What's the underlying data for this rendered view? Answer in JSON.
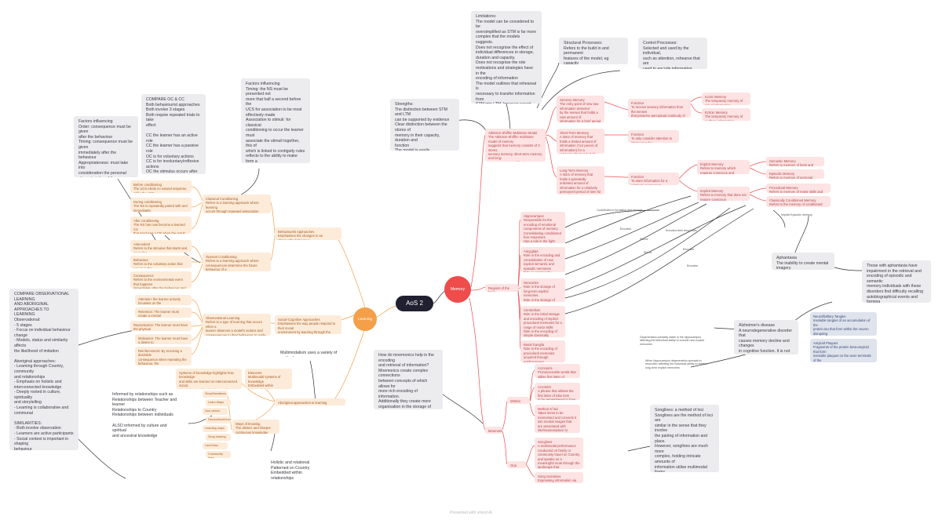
{
  "center": {
    "label": "AoS 2"
  },
  "memory": {
    "label": "Memory"
  },
  "learning": {
    "label": "Learning"
  },
  "watermark": "Presented with xmind AI",
  "grey_notes": {
    "limitations": "Limitations:\nThe model can be considered to be\noversimplified as STM is far more\ncomplex that the models suggests.\nDoes not recognise the effect of\nindividual differences in storage,\nduration and capacity.\nDoes not recognise the role\nmotivations and strategies have in the\nencoding of information\nThe model outlines that rehearsal is\nnecessary to transfer information from\nSTM into LTM, however recent research\nsuggests that information can go\nstraight into LTM",
    "structural": "Structural Processes:\nRefers to the build in and permanent\nfeatures of the model, eg capacity\nstorage",
    "control": "Control Processes:\nSelected and used by the individual,\nsuch as attention, rehearse that are\nused to encode information between\nthe stores of memory",
    "strengths": "Strengths:\nThe distinction between STM and LTM\ncan be supported by evidence\nClear distinction between the stores of\nmemory in their capacity, duration and\nfunction\nThe model is easily understandable\n(shows a good knowledge of control\nprocesses",
    "compare": "COMPARE OC & CC\nBoth behaviourist approaches\nBoth involve 3 stages\nBoth require repeated trials to take\neffect\n\nCC the learner has an active role\nCC the learner has a passive role\nOC is for voluntary actions\nCC is for involuntary/reflexive actions\nOC the stimulus occurs after the\nresponse\nCC the stimulus is presented before\nthe response",
    "factors_cc": "Factors influencing\nTiming: the NS must be presented not\nmore that half a second before the\nUCS for association to be most\neffectively made\nAssociation to stimuli: for classical\nconditioning to occur the learner must\nassociate the stimuli together, this of\nwhich is linked to contiguity rules\nreflects to the ability to make form a\nconnection between two closely\noccurring stimuli\nnature of the response: the response\nmust be involuntary/reflexive",
    "factors_oc": "Factors influencing\nOrder: consequence must be given\nafter the behaviour\nTiming: consequence must be given\nimmediately after the behaviour\nAppropriateness: must take into\nconsideration the personal\ncharacteristics of the participant, if\nthey would register the consequence\nas reinforcement or punishment",
    "compare_obs": "COMPARE OBSERVATIONAL LEARNING\nAND ABORIGINAL APPROACHES TO\nLEARNING\nObservational:\n- 5 stages\n- Focus on individual behaviour change\n- Models, status and similarity affects\nthe likelihood of imitation\n\nAboriginal approaches:\n- Learning through Country, community\nand relationships\n- Emphasis on holistic and\ninterconnected knowledge\n- Deeply rooted in culture, spirituality\nand storytelling\n- Learning is collaborative and\ncommunal\n\nSIMILARITIES:\n- Both involve observation\n- Learners are active participants\n- Social context is important in shaping\nbehaviour\n- Require cognitive processes",
    "informed": "Informed by relationships such as\nRelationships between Teacher and\nlearner\nRelationships to Country\nRelationships between individuals\n\nALSO informed by culture and spiritual\nand ancestral knowledge",
    "holistic": "Holistic and relational\nPatterned on Country\nEmbedded within relationships",
    "multimodal": "Multimodalism uses a variety of methods",
    "mnemonics_note": "How do mnemonics help in the encoding\nand retrieval of information?\nMnemonics create complex connections\nbetween concepts of which allows for\nmore rich encoding of information.\nAdditionally they create more\norganisation in the storage of\ninformation in LTM by creating retrieval\ncues that prompt recall",
    "aphantasia": "Aphantasia\nThe inability to create mental imagery",
    "aph_note": "Those with aphantasia have\nimpairment in the retrieval and\nencoding of episodic and semantic\nmemory individuals with these\ndisorders find difficulty recalling\nautobiographical events and forming\npossibly imagined futures.",
    "alzheimers": "Alzheimer's disease\nA neurodegenerative disorder that\ncauses memory decline and changes\nin cognitive function. It is not age\nrelated but does occur with age.",
    "songlines": "Songlines: a method of loci\nSonglines are the method of loci are\nsimilar in the sense that they involve\nthe pairing of information and place.\nHowever, songlines are much more\ncomplex, holding intricate amounts of\ninformation utilise multimodal forms\nand are expressed via narratives,\ndance and performances. The method\nof loci could be considered a more\nsimplified version of Songlines."
  },
  "memory_nodes": {
    "msm": "Atkinson-Shiffrin Multistore Model\nThe Atkinson-Shiffrin multistore model of memory\nsuggests that memory consists of 3 stores,\nsensory memory, short-term memory and long-\nterm memory that differ in capacity, duration and\nfunction.",
    "sensory": "Sensory Memory\nThe entry point of new raw information detected\nby the senses that holds a vast amount of\ninformation for a brief period of time (sum\nseconds)",
    "stm": "Short-Term Memory\nA store of memory that holds a limited amount of\ninformation (7±2 pieces of information) for a\nrelatively short period of time (18-30 seconds)\nunless rehearsal is used",
    "ltm": "Long-Term Memory\nA store of memory that holds a potentially\nunlimited amount of information for a relatively\npermanent period of time for consolidated when\nneeded",
    "func1": "Function\nTo receive sensory information from the senses\nthat preserve perceptual continuity of the world around\nus",
    "func2": "Function\nTo only consider attention to information for\nmanipulation and conscious use",
    "func3": "Function\nTo store information for a relatively permanent\ntime for use when needed",
    "iconic": "Iconic Memory\nThe temporary memory of visual information\nheld for 0.2-0.4 seconds",
    "echoic": "Echoic Memory\nThe temporary memory of auditory information\nheld for 3-4 seconds",
    "explicit": "Explicit Memory\nRefers to memory which requires conscious and\nintentional retrieval",
    "semantic": "Semantic Memory\nRefers to memory of facts and knowledge",
    "episodic": "Episodic Memory\nRefers to memory of personal events",
    "implicit": "Implicit Memory\nRefers to memory that does not require conscious\nand intentional retrieval",
    "procedural": "Procedural Memory\nRefers to memory of motor skills and actions",
    "classical": "Classically Conditioned Memory\nRefers to the memory of conditioned responses\nto conditioned stimuli",
    "hippocampus": "Hippocampus\nResponsible for the encoding of emotional\ncomponents of memory\nConsolidating conditioned fear responses\nHas a role in the fight-flight-freeze response\nContributes to the formation and storage of\nexplicit memories",
    "amygdala": "Amygdala\nRole in the encoding and consolidation of new\nexplicit semantic and episodic memories\nRole in emotionally arousing events, encoding the\nexplicit components of these\nCrucial for re-consolidation",
    "neocortex": "Neocortex\nRole in the storage of long-term explicit memories\nRole in the storage of well-rehearsed implicit\nprocedural memories and complex classically\nconditioned memories",
    "cerebellum": "Cerebellum\nRole in the initial storage and encoding of implicit\nprocedural memories for a range of motor skills\nRole in the encoding of simple classically\nconditioned reflexes (eg eyeblink)\nRole in balance and coordination as well as\nposture regulation",
    "ganglia": "Basal Ganglia\nRole in the encoding of procedural memories\nacquired through reinforcement\nBased on dopamine supply\nThe processes of fine muscle movement",
    "regions": "Regions of the brain",
    "mnemonics": "Mnemonics",
    "written": "Written Cultures",
    "oral": "Oral Cultures",
    "acronyms": "Acronyms\nPronounceable words that utilise first letter of\neach item to be remembered",
    "acrostic": "Acrostics\nA phrase that utilises the first letter of tobe item\nto be remembered to form the first letter of each\nword of the phrase",
    "loci": "Method of loci\nTakes items to be memorised and converts it\ninto mental images that are associated with\nsite/location/place to create a memory palace,\nwhere when the individual walks through the\nlocations will aid retrieval cues",
    "songlines_node": "Songlines\nA multimodal performance conducted on family or\ncommunity travel on Country and speaks on a\nmeaningful route through the landscape that\nrecords journeys, key important sites and\ndescribes ways to eat, care for and nurture\nCountry",
    "song_story": "Song narratives\nExpressing information via song/rhythm",
    "neuro": "Neurofibrillary Tangles\nInsoluble tangles of an accumulation of the\nprotein tau that form within the neuron disrupting\nthe transportation of essential substances\nultimately killing the neuron",
    "plaques": "Amyloid Plaques\nFragments of the protein beta-amyloid that form\ninsoluble plaques on the axon terminals of the\nneuron inhibiting communication between neurons"
  },
  "learning_nodes": {
    "behaviourist": "Behaviourist Approaches\nEmphasises the changes in an observable behaviour",
    "classical_cond": "Classical Conditioning\nRefers to a learning approach where learning\noccurs through repeated association between two\nor more different stimulus",
    "operant": "Operant Conditioning\nRefers to a learning approach where\nconsequences determine the future behaviour of a\nparticular behaviour",
    "before": "Before conditioning\nThe UCS elicits no natural response, while the UCS\nelicits the UCR naturally",
    "during": "During conditioning\nThe NS is repeatedly paired with and immediately\nprecedes the UCS producing the UCR",
    "after": "After conditioning\nThe NS has now become a learned CS\nthat produces a CR when the result of the\npresence of the UCS",
    "antecedent": "Antecedent\nRefers to the stimulus that starts and precedes\nthe behaviour",
    "behaviour": "Behaviour\nRefers to the voluntary action that occurs in the\npresence of the antecedent",
    "consequence": "Consequence\nRefers to the environmental event that happens\nimmediately after the behaviour and determines\nthe future occurrence of the behaviour",
    "social": "Social-Cognitive Approaches\nEmphasises the way people respond to their social\nenvironment by learning through the watching of\nothers",
    "observational": "Observational Learning\nRefers to a type of learning that occurs when a\nlearner observes a model's actions and\nconsequences to their behaviour to guide future\nactions",
    "attention": "Attention: the learner actively focusses on the\nmodel's actions and consequences to actions",
    "retention": "Retention: The learner must create a mental\nrepresentation and remember the behaviour",
    "reproduction": "Reproduction: The learner must have the physical\nand mental capabilities to reproduce the behaviour",
    "motivation": "Motivation: The learner must have a desire to\nreproduce the behaviour",
    "reinforcement": "Reinforcement: By receiving a desirable\nconsequence when repeating the behaviour, the\nlearner will be more likely to reproduce the\nbehaviour again in the future",
    "aboriginal": "Aboriginal approaches to learning",
    "systems": "Systems of knowledge highlights how knowledge\nand skills are learned on interconnected social,\nphysical and spiritual understandings that inform\nsurvival and contribute to a sense of identity",
    "elements": "Elements\nMultimodal systems of knowledge\nEmbedded within relationships\nPatterned on Country",
    "ways": "Ways of knowing\nThe distinct and sharper continuous knowledge\nsystems in Australia",
    "wk_items": [
      "Story/Narratives",
      "Learn Maps",
      "Non-verbal",
      "Deconstruct/reconstruct",
      "Learning maps",
      "Story-sharing",
      "Land links",
      "Community links"
    ]
  },
  "link_labels": {
    "l1": "Contributes to formation and storage",
    "l2": "Encodes",
    "l3": "Stores",
    "l4": "Encodes their responses",
    "l5": "Stores",
    "l6": "Encodes",
    "l7": "Encodes",
    "l8": "Implicit Episodic memory",
    "l9": "Degeneration primarily starts in the hippocampus\naffecting the individual ability to encode new explicit\nmemories",
    "l10": "When hippocampus degeneration spreads to\nneocortex affecting the individual ability to retrieve\nlong term explicit memories"
  }
}
